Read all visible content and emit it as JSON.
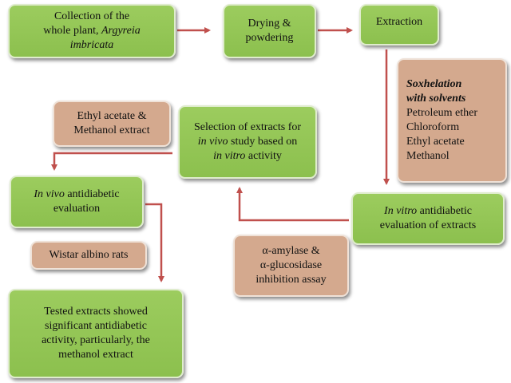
{
  "boxes": {
    "collection": {
      "pre": "Collection of the",
      "mid": "whole plant, ",
      "em": "Argyreia",
      "em2": "imbricata"
    },
    "drying": {
      "l1": "Drying &",
      "l2": "powdering"
    },
    "extraction": {
      "l1": "Extraction"
    },
    "soxhelation": {
      "title1": "Soxhelation",
      "title2": "with solvents",
      "solvents": [
        "Petroleum ether",
        "Chloroform",
        "Ethyl acetate",
        "Methanol"
      ]
    },
    "invitro_eval": {
      "em": "In vitro",
      "rest": " antidiabetic",
      "l2": "evaluation of extracts"
    },
    "assay": {
      "l1": "α-amylase &",
      "l2": "α-glucosidase",
      "l3": "inhibition assay"
    },
    "selection": {
      "l1": "Selection of extracts for",
      "em1": "in vivo",
      "mid": " study based on",
      "em2": "in vitro",
      "end": " activity"
    },
    "ethyl": {
      "l1": "Ethyl acetate &",
      "l2": "Methanol extract"
    },
    "invivo_eval": {
      "em": "In vivo",
      "rest": " antidiabetic",
      "l2": "evaluation"
    },
    "wistar": {
      "l1": "Wistar albino rats"
    },
    "result": {
      "l1": "Tested extracts showed",
      "l2": "significant antidiabetic",
      "l3": "activity, particularly, the",
      "l4": "methanol extract"
    }
  },
  "colors": {
    "green": "#94c756",
    "tan": "#d4a98e",
    "arrow": "#c0504d"
  }
}
